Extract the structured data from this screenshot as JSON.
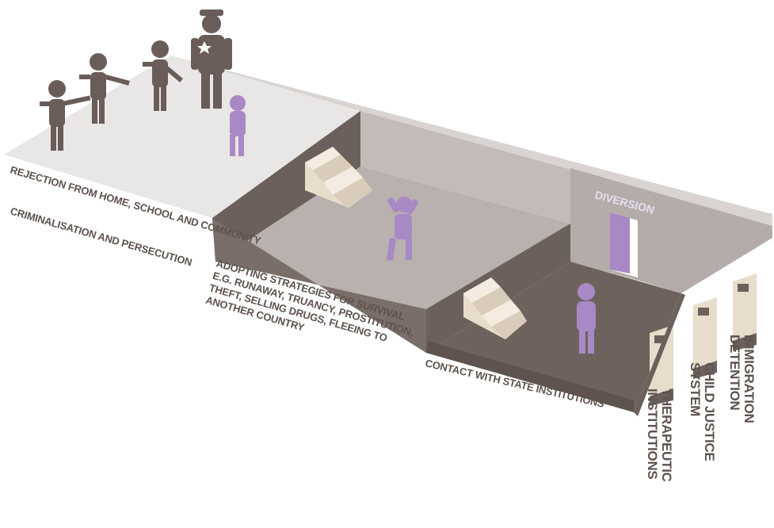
{
  "colors": {
    "figure_dark": "#6a5c58",
    "figure_purple": "#a989c5",
    "floor_light": "#e9e6e6",
    "floor_mid": "#b8b1ae",
    "wall_dark": "#6b605b",
    "stairs": "#e8dccb",
    "text": "#5e524d"
  },
  "stages": {
    "rejection": "REJECTION FROM HOME, SCHOOL AND COMMUNITY",
    "criminalisation": "CRIMINALISATION AND PERSECUTION",
    "strategies_line1": "ADOPTING STRATEGIES FOR SURVIVAL",
    "strategies_line2": "E.G. RUNAWAY, TRUANCY, PROSTITUTION,",
    "strategies_line3": "THEFT, SELLING DRUGS, FLEEING TO",
    "strategies_line4": "ANOTHER COUNTRY",
    "contact": "CONTACT WITH STATE INSTITUTIONS",
    "diversion": "DIVERSION"
  },
  "institutions": [
    {
      "line1": "THERAPEUTIC",
      "line2": "INSTITUTIONS"
    },
    {
      "line1": "CHILD JUSTICE",
      "line2": "SYSTEM"
    },
    {
      "line1": "IMMIGRATION",
      "line2": "DETENTION"
    }
  ],
  "icons": [
    "person-pointing-icon",
    "police-officer-icon",
    "distressed-child-icon",
    "stairs-icon",
    "door-icon",
    "prison-cell-icon",
    "lock-icon"
  ]
}
